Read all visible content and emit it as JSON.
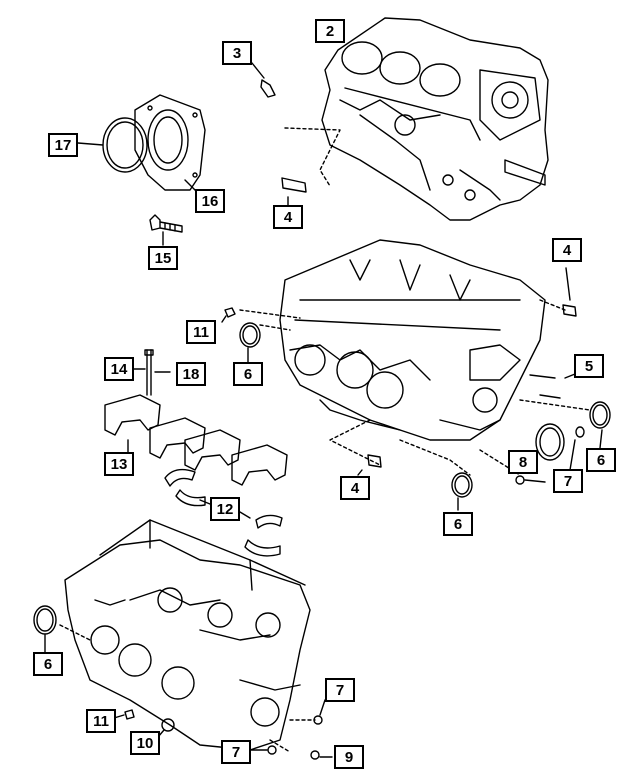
{
  "callouts": [
    {
      "id": "c2",
      "label": "2"
    },
    {
      "id": "c3",
      "label": "3"
    },
    {
      "id": "c17",
      "label": "17"
    },
    {
      "id": "c16",
      "label": "16"
    },
    {
      "id": "c4a",
      "label": "4"
    },
    {
      "id": "c15",
      "label": "15"
    },
    {
      "id": "c4b",
      "label": "4"
    },
    {
      "id": "c11a",
      "label": "11"
    },
    {
      "id": "c6a",
      "label": "6"
    },
    {
      "id": "c14",
      "label": "14"
    },
    {
      "id": "c18",
      "label": "18"
    },
    {
      "id": "c5",
      "label": "5"
    },
    {
      "id": "c6b",
      "label": "6"
    },
    {
      "id": "c13",
      "label": "13"
    },
    {
      "id": "c8",
      "label": "8"
    },
    {
      "id": "c7a",
      "label": "7"
    },
    {
      "id": "c4c",
      "label": "4"
    },
    {
      "id": "c6c",
      "label": "6"
    },
    {
      "id": "c12",
      "label": "12"
    },
    {
      "id": "c6d",
      "label": "6"
    },
    {
      "id": "c7b",
      "label": "7"
    },
    {
      "id": "c11b",
      "label": "11"
    },
    {
      "id": "c10",
      "label": "10"
    },
    {
      "id": "c7c",
      "label": "7"
    },
    {
      "id": "c9",
      "label": "9"
    }
  ]
}
